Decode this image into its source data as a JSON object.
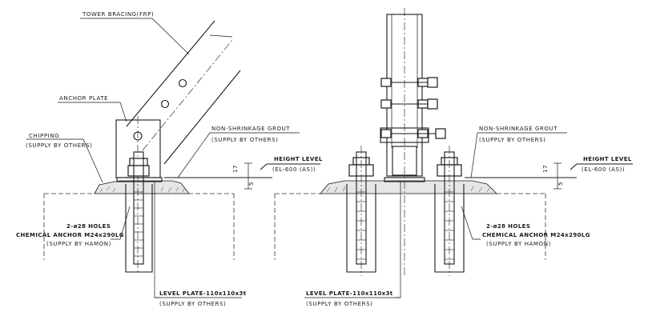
{
  "left_detail": {
    "tower_bracing": "TOWER BRACING(FRP)",
    "anchor_plate": "ANCHOR PLATE",
    "chipping": "CHIPPING",
    "chipping_supply": "(SUPPLY BY OTHERS)",
    "grout": "NON-SHRINKAGE GROUT",
    "grout_supply": "(SUPPLY BY OTHERS)",
    "height_level": "HEIGHT LEVEL",
    "height_value": "(EL-600 (AS))",
    "dim_17": "17",
    "dim_5": "5",
    "holes": "2-ø28 HOLES",
    "anchor": "CHEMICAL ANCHOR M24x290LG",
    "anchor_supply": "(SUPPLY BY HAMON)",
    "level_plate": "LEVEL PLATE-110x110x3t",
    "level_plate_supply": "(SUPPLY BY OTHERS)"
  },
  "right_detail": {
    "grout": "NON-SHRINKAGE GROUT",
    "grout_supply": "(SUPPLY BY OTHERS)",
    "height_level": "HEIGHT LEVEL",
    "height_value": "(EL-600 (AS))",
    "dim_17": "17",
    "dim_5": "5",
    "holes": "2-ø28 HOLES",
    "anchor": "CHEMICAL ANCHOR M24x290LG",
    "anchor_supply": "(SUPPLY BY HAMON)",
    "level_plate": "LEVEL PLATE-110x110x3t",
    "level_plate_supply": "(SUPPLY BY OTHERS)"
  }
}
